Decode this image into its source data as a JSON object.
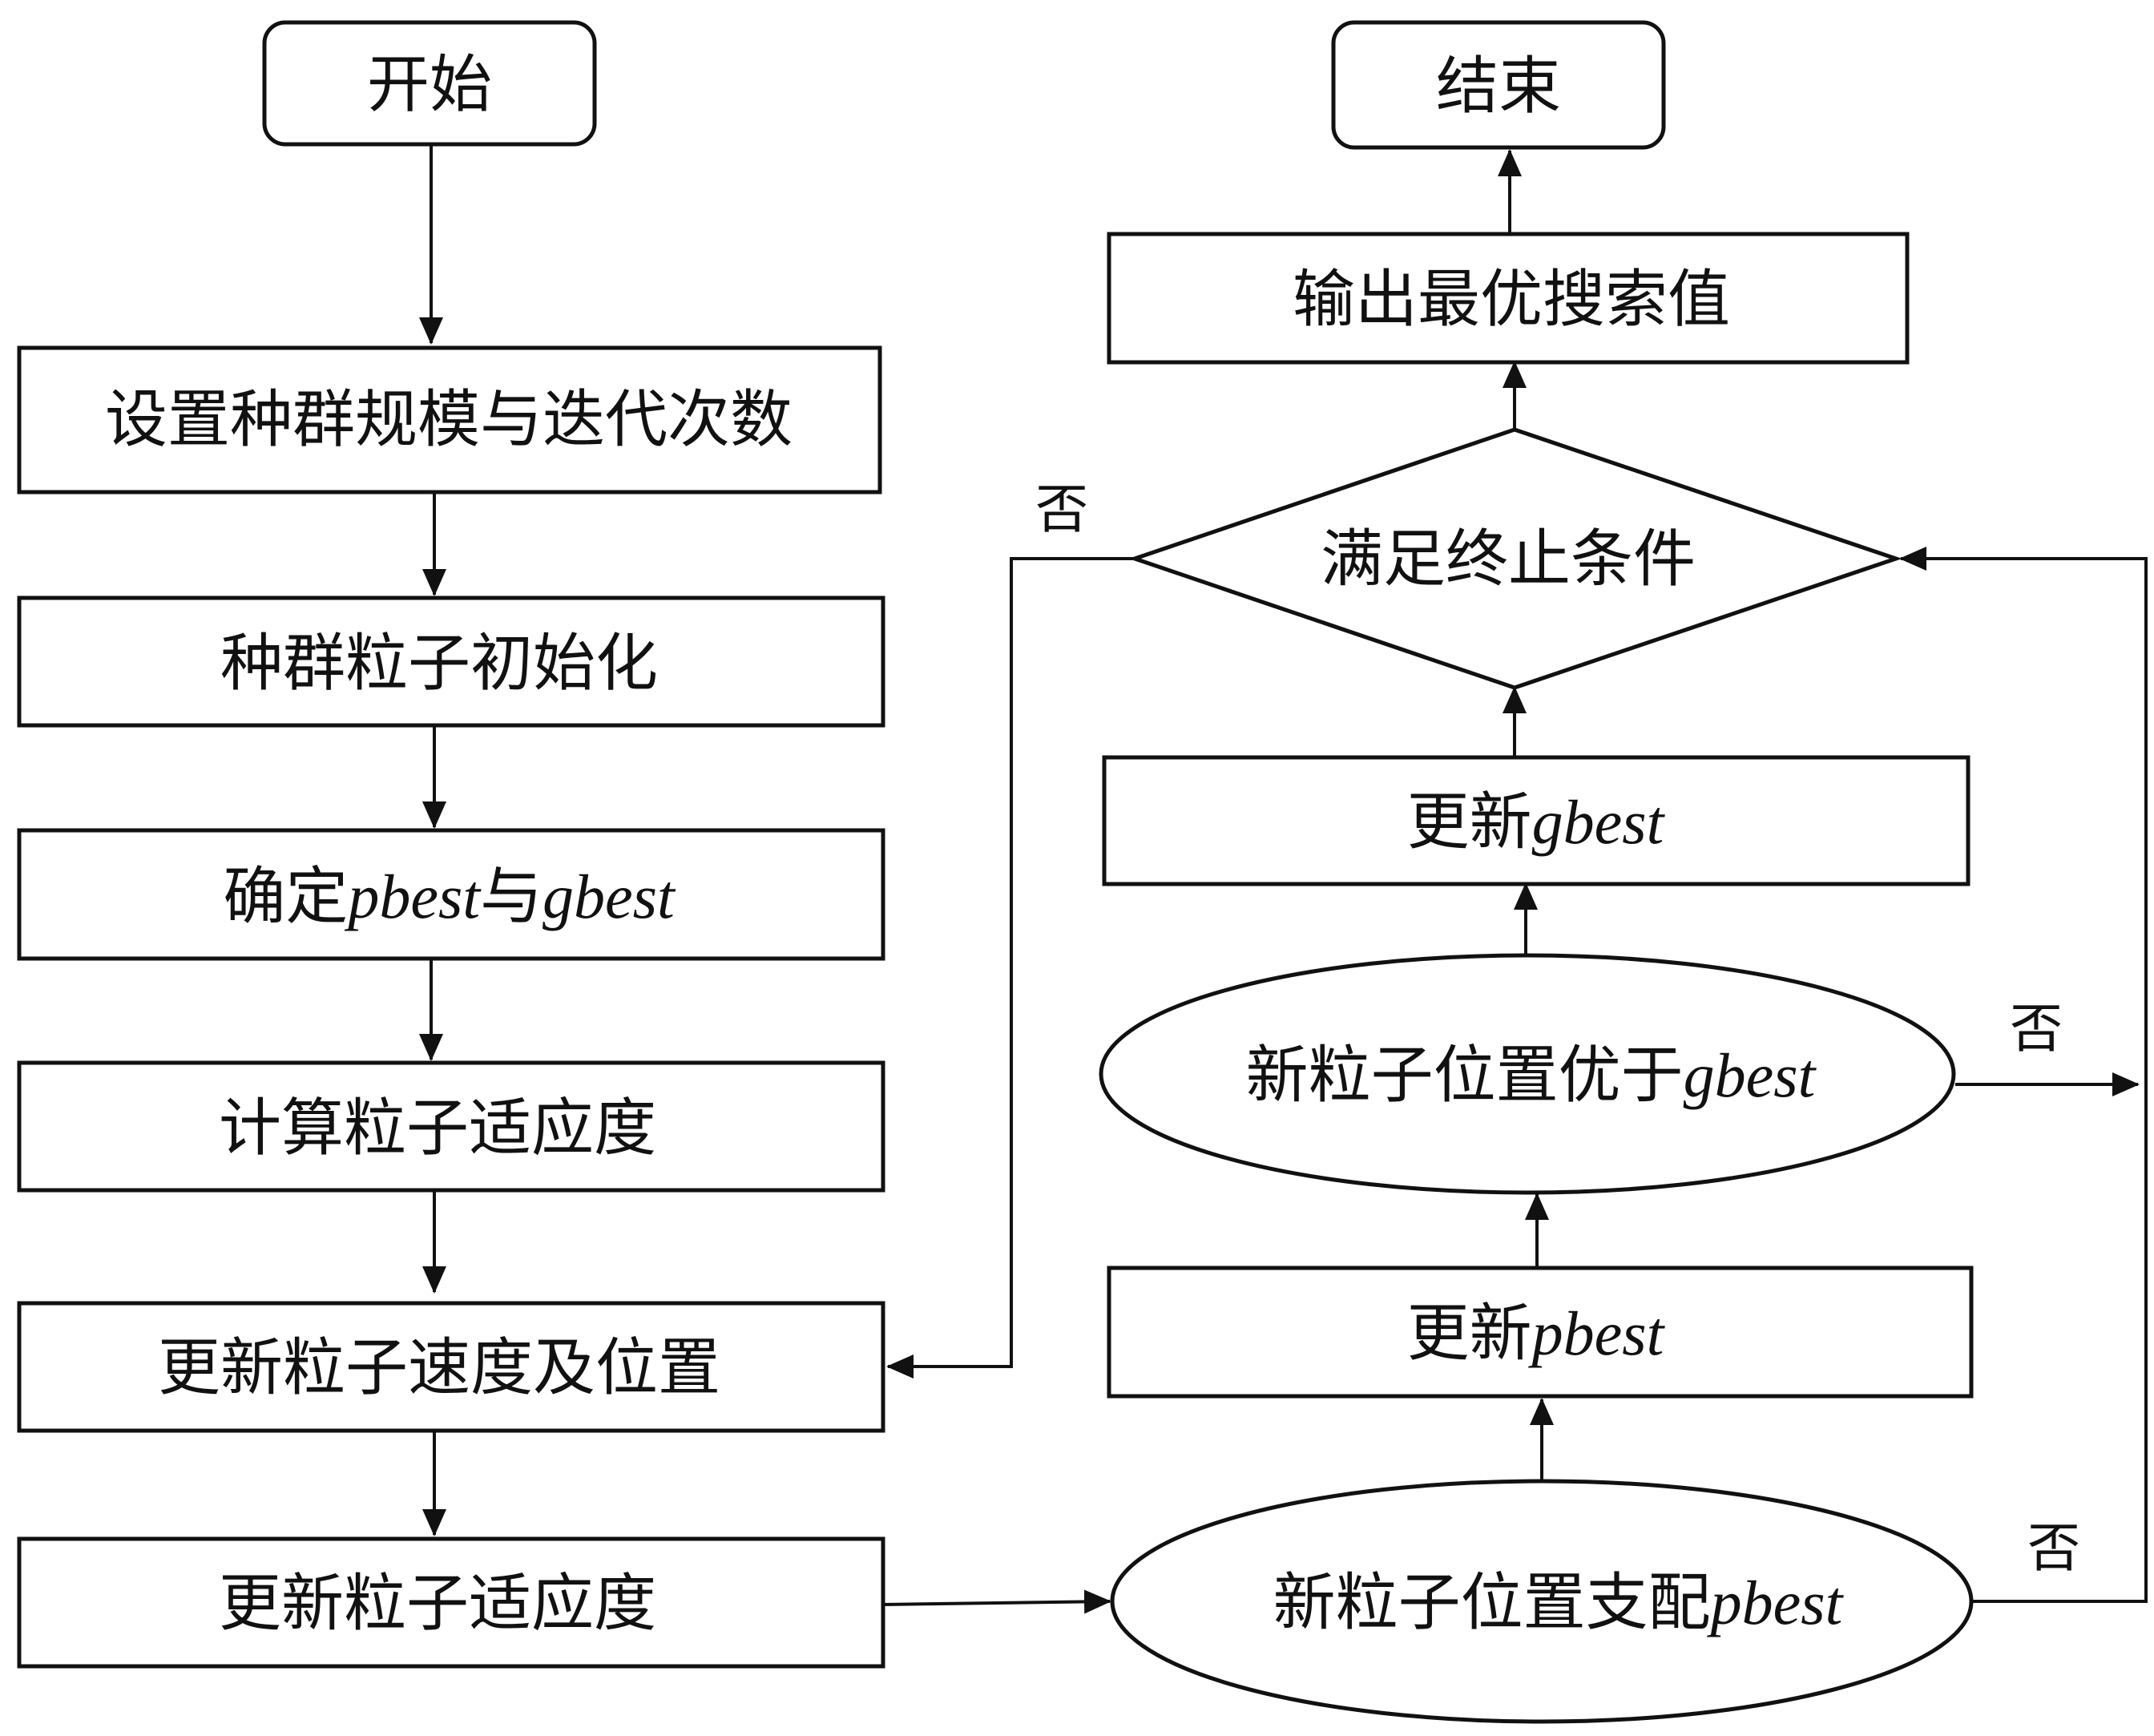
{
  "nodes": {
    "start": "开始",
    "end": "结束",
    "set_population": "设置种群规模与迭代次数",
    "init_particles": "种群粒子初始化",
    "determine_best": {
      "a": "确定",
      "b": "pbest",
      "c": "与",
      "d": "gbest"
    },
    "compute_fitness": "计算粒子适应度",
    "update_velocity": "更新粒子速度及位置",
    "update_fitness": "更新粒子适应度",
    "dominate_pbest": {
      "a": "新粒子位置支配",
      "b": "pbest"
    },
    "update_pbest": {
      "a": "更新",
      "b": "pbest"
    },
    "better_gbest": {
      "a": "新粒子位置优于",
      "b": "gbest"
    },
    "update_gbest": {
      "a": "更新",
      "b": "gbest"
    },
    "termination": "满足终止条件",
    "output_best": "输出最优搜索值"
  },
  "edge_labels": {
    "no_termination": "否",
    "no_gbest": "否",
    "no_pbest": "否"
  }
}
